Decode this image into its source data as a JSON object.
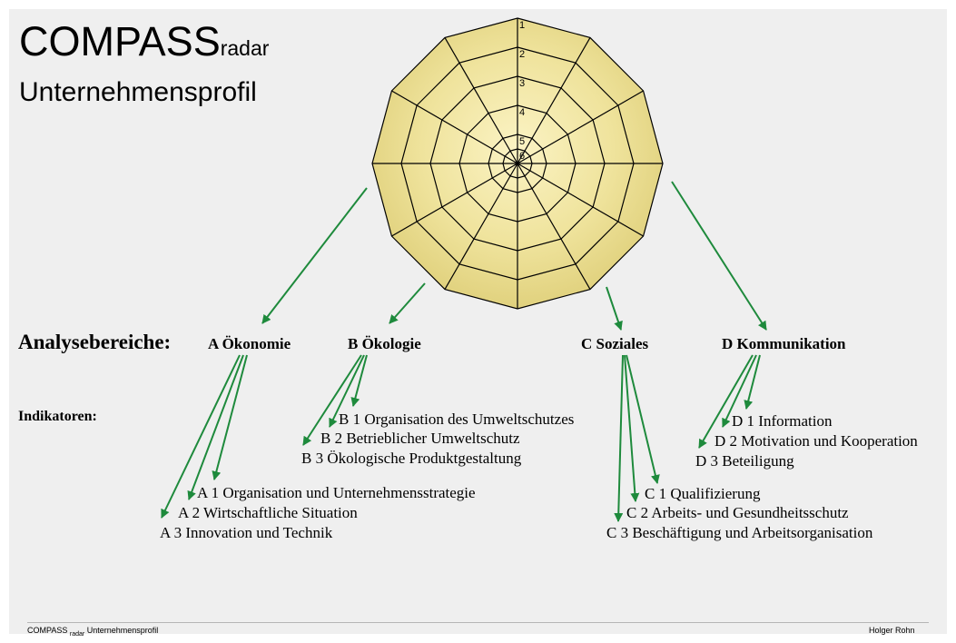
{
  "header": {
    "title_main": "COMPASS",
    "title_sub": "radar",
    "subtitle": "Unternehmensprofil"
  },
  "radar": {
    "ring_labels": [
      "1",
      "2",
      "3",
      "4",
      "5",
      "6"
    ],
    "fill_color": "#e8dc8a",
    "line_color": "#000000"
  },
  "analysis": {
    "heading": "Analysebereiche:",
    "areas": [
      "A Ökonomie",
      "B Ökologie",
      "C Soziales",
      "D Kommunikation"
    ]
  },
  "indicators": {
    "heading": "Indikatoren:",
    "A": [
      "A 1 Organisation und Unternehmensstrategie",
      "A 2 Wirtschaftliche Situation",
      "A 3 Innovation und Technik"
    ],
    "B": [
      "B 1 Organisation des Umweltschutzes",
      "B 2 Betrieblicher Umweltschutz",
      "B 3 Ökologische Produktgestaltung"
    ],
    "C": [
      "C 1 Qualifizierung",
      "C 2 Arbeits- und Gesundheitsschutz",
      "C 3 Beschäftigung und Arbeitsorganisation"
    ],
    "D": [
      "D 1 Information",
      "D 2 Motivation und Kooperation",
      "D 3 Beteiligung"
    ]
  },
  "arrow_color": "#1e8a3c",
  "footer": {
    "left_main": "COMPASS",
    "left_sub": "radar",
    "left_rest": "Unternehmensprofil",
    "right": "Holger Rohn"
  }
}
